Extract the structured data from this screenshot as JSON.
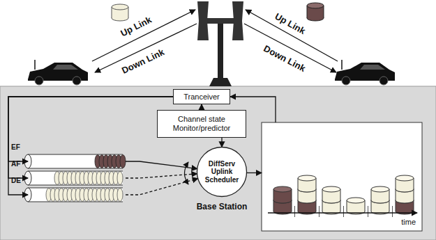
{
  "diagram": {
    "nodes": [
      {
        "text": [
          "Tranceiver"
        ]
      },
      {
        "text": [
          "Channel state Monitor/predictor"
        ]
      },
      {
        "text": [
          "EF"
        ]
      },
      {
        "text": [
          "AF"
        ]
      },
      {
        "text": [
          "DE"
        ]
      },
      {
        "text": [
          "DiffServ Uplink Scheduler"
        ]
      },
      {
        "text": [
          "time"
        ]
      }
    ],
    "edges": [
      {
        "from": 1,
        "to": 0,
        "arrow": "to"
      },
      {
        "from": 0,
        "to": 2,
        "arrow": "to"
      },
      {
        "from": 0,
        "to": 3,
        "arrow": "to"
      },
      {
        "from": 0,
        "to": 4,
        "arrow": "to"
      },
      {
        "from": 2,
        "to": 5,
        "arrow": "to"
      },
      {
        "from": 3,
        "to": 5,
        "arrow": "to"
      },
      {
        "from": 4,
        "to": 5,
        "arrow": "to"
      },
      {
        "from": 1,
        "to": 5,
        "arrow": "to"
      },
      {
        "from": 5,
        "to": 6,
        "arrow": "to"
      },
      {
        "from": 6,
        "to": 0,
        "arrow": "to"
      }
    ],
    "labels": [
      "Up Link",
      "Down Link",
      "Up Link",
      "Down Link",
      "Base Station"
    ]
  }
}
